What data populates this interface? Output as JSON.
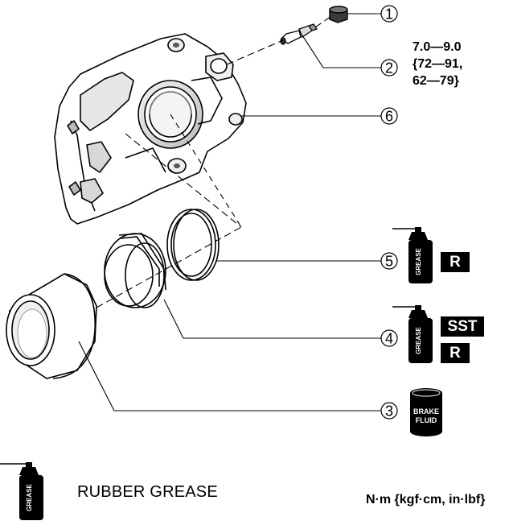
{
  "callouts": [
    {
      "num": "1"
    },
    {
      "num": "2"
    },
    {
      "num": "6"
    },
    {
      "num": "5"
    },
    {
      "num": "4"
    },
    {
      "num": "3"
    }
  ],
  "torque": {
    "line1": "7.0—9.0",
    "line2": "{72—91,",
    "line3": "62—79}"
  },
  "badges": {
    "r_part5": "R",
    "sst": "SST",
    "r_part4": "R"
  },
  "labels": {
    "grease_can": "GREASE",
    "brake_fluid_line1": "BRAKE",
    "brake_fluid_line2": "FLUID"
  },
  "legend": {
    "rubber_grease": "RUBBER GREASE"
  },
  "units": {
    "torque_units": "N·m {kgf·cm, in·lbf}"
  }
}
